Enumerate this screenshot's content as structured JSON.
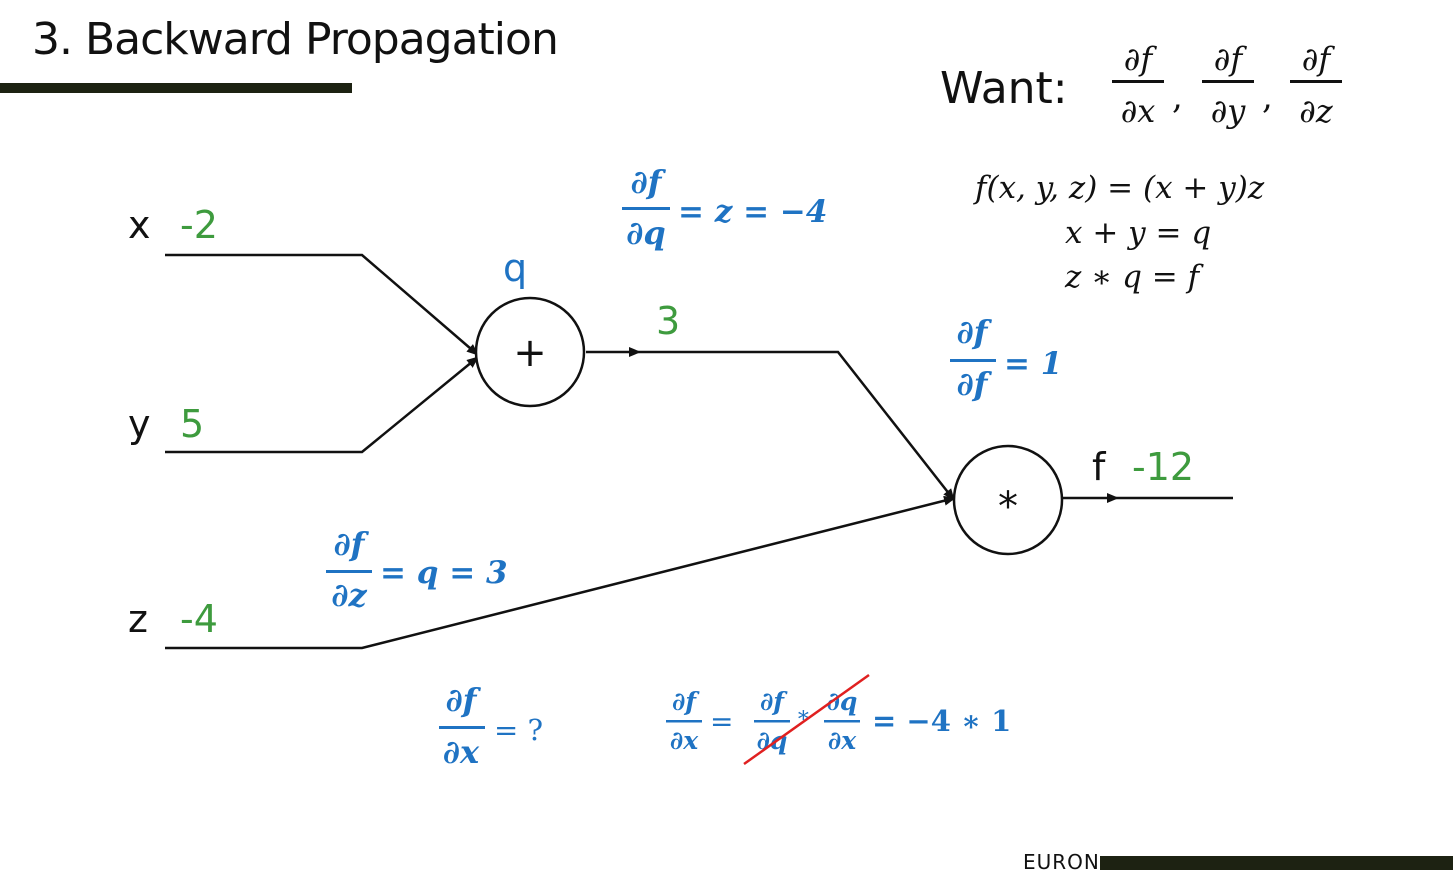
{
  "slide": {
    "title": "3. Backward Propagation",
    "brand": "EURON",
    "accent": "#1d2212"
  },
  "want": {
    "label": "Want:",
    "df": "∂f",
    "dx": "∂x",
    "dy": "∂y",
    "dz": "∂z",
    "comma": ","
  },
  "equations": {
    "line1": "f(x, y, z) =  (x + y)z",
    "line2": "x + y = q",
    "line3": "z  ∗ q = f"
  },
  "graph": {
    "x_name": "x",
    "x_val": "-2",
    "y_name": "y",
    "y_val": "5",
    "z_name": "z",
    "z_val": "-4",
    "q_label": "q",
    "q_val": "3",
    "plus": "+",
    "mult": "*",
    "f_name": "f",
    "f_val": "-12"
  },
  "annotations": {
    "dfdq": {
      "num": "∂f",
      "den": "∂q",
      "rhs": "= z = −4"
    },
    "dfdf": {
      "num": "∂f",
      "den": "∂f",
      "rhs": "= 1"
    },
    "dfdz": {
      "num": "∂f",
      "den": "∂z",
      "rhs": "= q = 3"
    },
    "dfdx": {
      "num": "∂f",
      "den": "∂x",
      "rhs": "= ?"
    },
    "chain": {
      "num1": "∂f",
      "den1": "∂x",
      "eq1": "=",
      "num2": "∂f",
      "den2": "∂q",
      "times": "∗",
      "num3": "∂q",
      "den3": "∂x",
      "rhs": "= −4  ∗ 1"
    }
  },
  "colors": {
    "value": "#3e9b3e",
    "annotation": "#1f73c3",
    "strike": "#e02020"
  }
}
